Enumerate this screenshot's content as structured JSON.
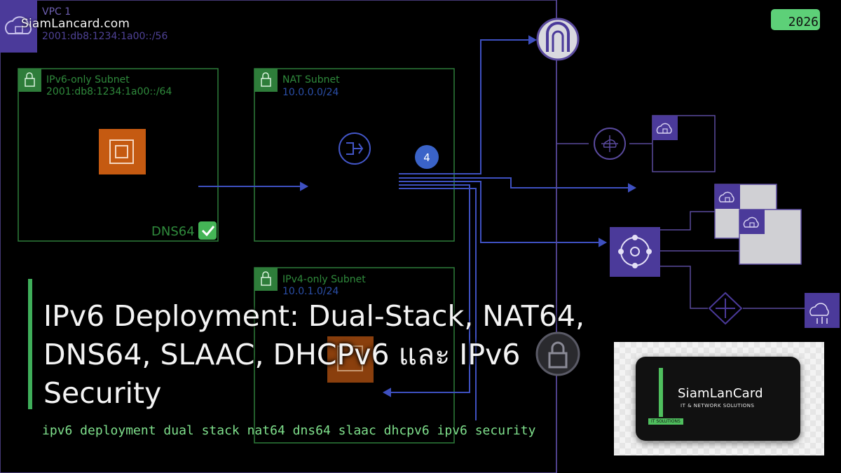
{
  "watermark": "SiamLancard.com",
  "year_badge": "2026",
  "title": "IPv6 Deployment: Dual-Stack, NAT64, DNS64, SLAAC, DHCPv6 และ IPv6 Security",
  "keywords": "ipv6 deployment dual stack nat64 dns64 slaac dhcpv6 ipv6 security",
  "diagram": {
    "vpc": {
      "name": "VPC 1",
      "cidr": "2001:db8:1234:1a00::/56"
    },
    "subnets": {
      "ipv6_only": {
        "name": "IPv6-only Subnet",
        "cidr": "2001:db8:1234:1a00::/64"
      },
      "nat": {
        "name": "NAT Subnet",
        "cidr": "10.0.0.0/24"
      },
      "ipv4_only": {
        "name": "IPv4-only Subnet",
        "cidr": "10.0.1.0/24"
      }
    },
    "dns64_label": "DNS64",
    "step_number": "4"
  },
  "logo": {
    "name": "SiamLanCard",
    "subtitle": "IT & NETWORK SOLUTIONS",
    "tag": "IT SOLUTIONS"
  },
  "colors": {
    "background": "#000000",
    "vpc_border": "#5a4a9e",
    "subnet_border": "#2e7d3a",
    "arrow": "#4356c8",
    "accent_green": "#5dd078",
    "ec2_orange": "#d86613",
    "gateway_purple": "#4b3a9a"
  },
  "icons": [
    "cloud-vpc-icon",
    "lock-icon",
    "ec2-instance-icon",
    "nat-gateway-icon",
    "internet-gateway-icon",
    "transit-gateway-icon",
    "hub-icon",
    "cloud-lock-icon",
    "endpoint-icon",
    "check-icon"
  ]
}
